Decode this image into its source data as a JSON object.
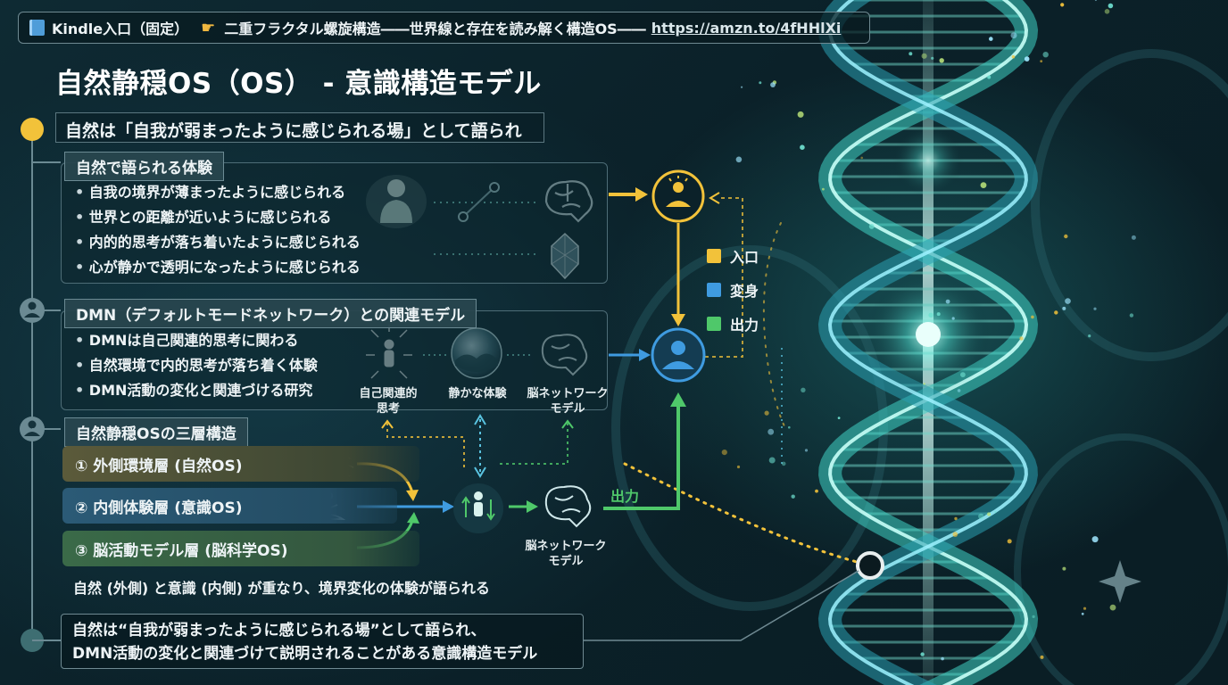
{
  "topbar": {
    "kindle": "Kindle入口（固定）",
    "book_title": "二重フラクタル螺旋構造――世界線と存在を読み解く構造OS――",
    "url": "https://amzn.to/4fHHlXi"
  },
  "title": "自然静穏OS（OS） - 意識構造モデル",
  "headline": "自然は「自我が弱まったように感じられる場」として語られ",
  "section1": {
    "tag": "自然で語られる体験",
    "bullets": [
      "自我の境界が薄まったように感じられる",
      "世界との距離が近いように感じられる",
      "内的的思考が落ち着いたように感じられる",
      "心が静かで透明になったように感じられる"
    ]
  },
  "section2": {
    "tag": "DMN（デフォルトモードネットワーク）との関連モデル",
    "bullets": [
      "DMNは自己関連的思考に関わる",
      "自然環境で内的思考が落ち着く体験",
      "DMN活動の変化と関連づける研究"
    ],
    "icon_captions": [
      "自己関連的\n思考",
      "静かな体験",
      "脳ネットワーク\nモデル"
    ]
  },
  "section3": {
    "tag": "自然静穏OSの三層構造",
    "layers": [
      "① 外側環境層 (自然OS)",
      "② 内側体験層 (意識OS)",
      "③ 脳活動モデル層 (脳科学OS)"
    ],
    "note": "自然 (外側) と意識 (内側) が重なり、境界変化の体験が語られる",
    "output_label": "出力",
    "brain_caption": "脳ネットワーク\nモデル"
  },
  "legend": [
    {
      "label": "入口",
      "color": "#f2c23a"
    },
    {
      "label": "変身",
      "color": "#3f9be0"
    },
    {
      "label": "出力",
      "color": "#4fc86a"
    }
  ],
  "summary": {
    "line1": "自然は“自我が弱まったように感じられる場”として語られ、",
    "line2": "DMN活動の変化と関連づけて説明されることがある意識構造モデル"
  },
  "icons": [
    "book-icon",
    "pointing-hand-icon",
    "person-glow-icon",
    "brain-icon",
    "crystal-icon",
    "sun-person-icon",
    "user-circle-icon",
    "focus-person-icon",
    "earth-globe-icon",
    "forest-icon",
    "meditation-icon",
    "dna-helix-icon",
    "sparkle-icon"
  ],
  "colors": {
    "entry_yellow": "#f2c23a",
    "transform_blue": "#3f9be0",
    "output_green": "#4fc86a",
    "panel_border": "#4e6d77",
    "background": "#0b2129"
  }
}
